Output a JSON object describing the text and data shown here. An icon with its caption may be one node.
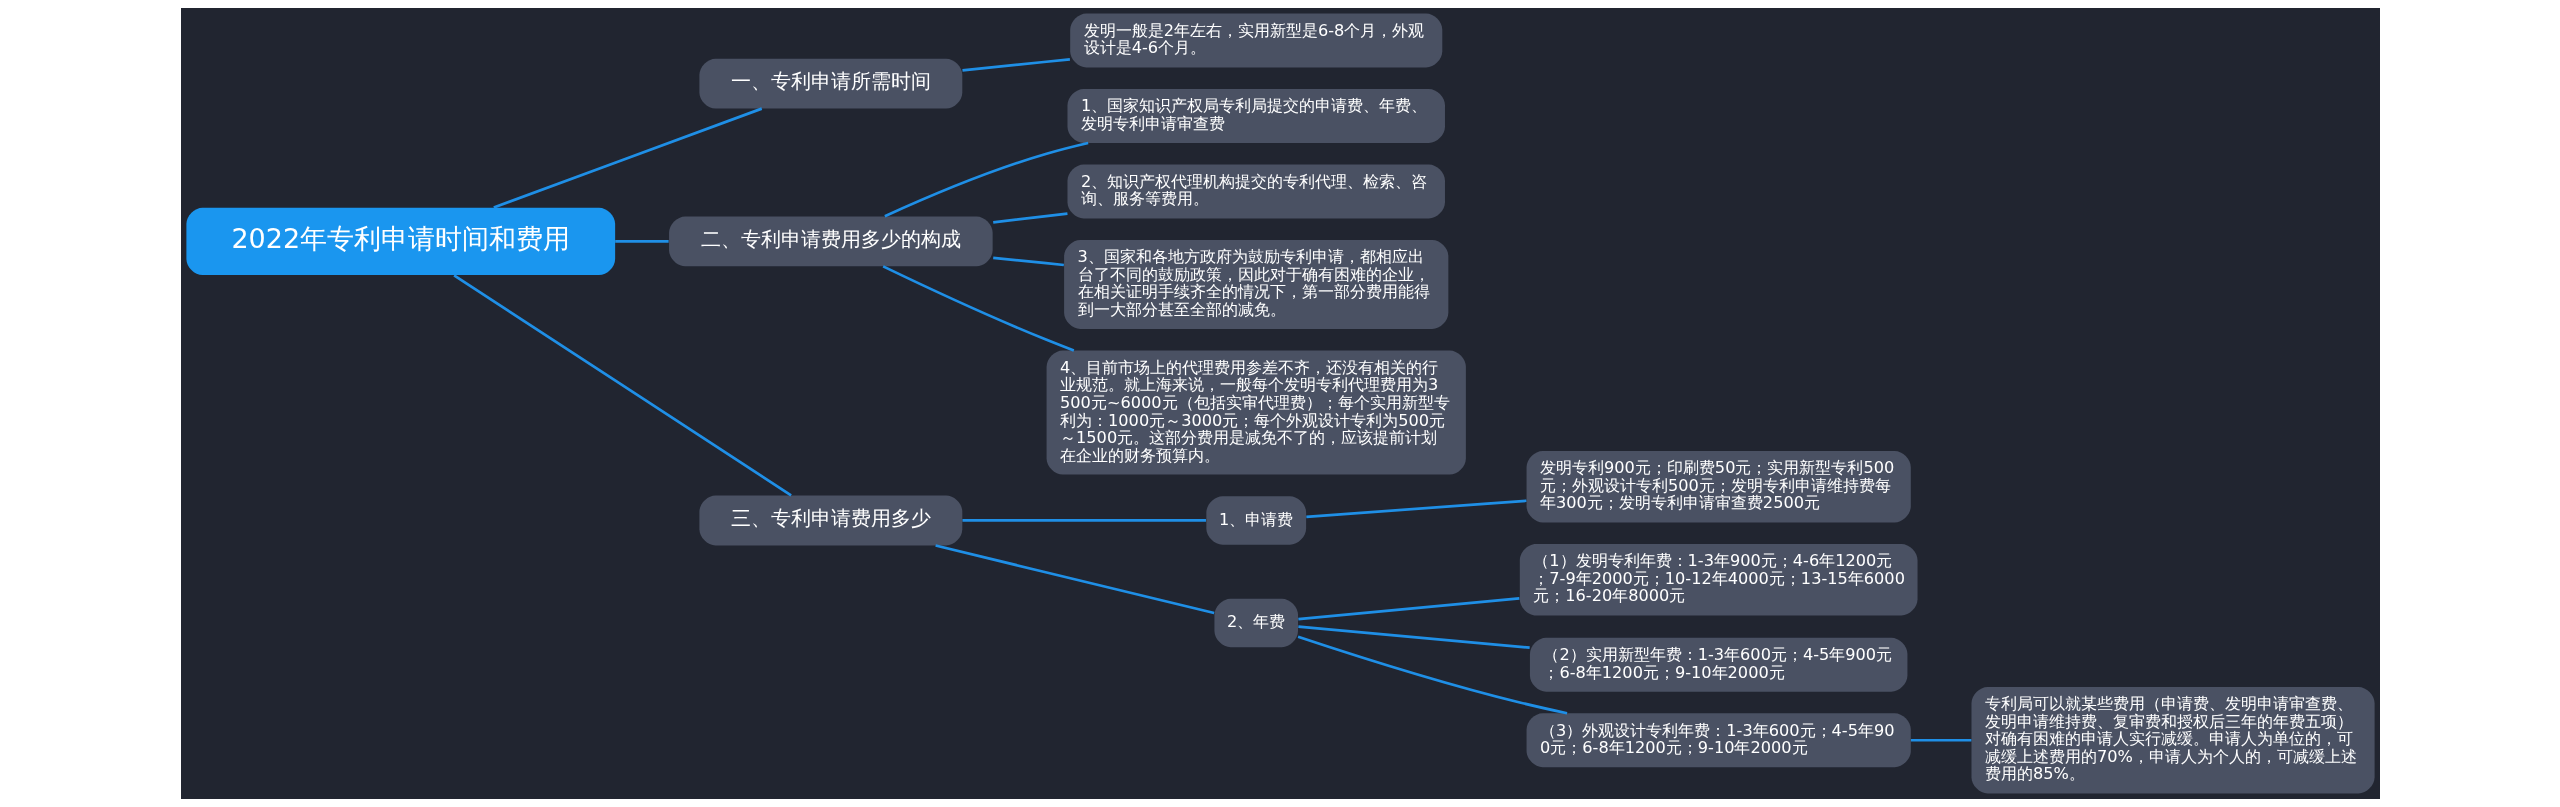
{
  "diagram": {
    "nodes": [
      {
        "text": [
          "2022年专利申请时间和费用"
        ]
      },
      {
        "text": [
          "一、专利申请所需时间"
        ]
      },
      {
        "text": [
          "发明一般是2年左右，实用新型是6-8个月，外观设计是4-6个月。"
        ]
      },
      {
        "text": [
          "二、专利申请费用多少的构成"
        ]
      },
      {
        "text": [
          "1、国家知识产权局专利局提交的申请费、年费、发明专利申请审查费"
        ]
      },
      {
        "text": [
          "2、知识产权代理机构提交的专利代理、检索、咨询、服务等费用。"
        ]
      },
      {
        "text": [
          "3、国家和各地方政府为鼓励专利申请，都相应出台了不同的鼓励政策，因此对于确有困难的企业，在相关证明手续齐全的情况下，第一部分费用能得到一大部分甚至全部的减免。"
        ]
      },
      {
        "text": [
          "4、目前市场上的代理费用参差不齐，还没有相关的行业规范。就上海来说，一般每个发明专利代理费用为3500元~6000元（包括实审代理费）；每个实用新型专利为：1000元～3000元；每个外观设计专利为500元～1500元。这部分费用是减免不了的，应该提前计划在企业的财务预算内。"
        ]
      },
      {
        "text": [
          "三、专利申请费用多少"
        ]
      },
      {
        "text": [
          "1、申请费"
        ]
      },
      {
        "text": [
          "发明专利900元；印刷费50元；实用新型专利500元；外观设计专利500元；发明专利申请维持费每年300元；发明专利申请审查费2500元"
        ]
      },
      {
        "text": [
          "2、年费"
        ]
      },
      {
        "text": [
          "（1）发明专利年费：1-3年900元；4-6年1200元；7-9年2000元；10-12年4000元；13-15年6000元；16-20年8000元"
        ]
      },
      {
        "text": [
          "（2）实用新型年费：1-3年600元；4-5年900元；6-8年1200元；9-10年2000元"
        ]
      },
      {
        "text": [
          "（3）外观设计专利年费：1-3年600元；4-5年900元；6-8年1200元；9-10年2000元"
        ]
      },
      {
        "text": [
          "专利局可以就某些费用（申请费、发明申请审查费、发明申请维持费、复审费和授权后三年的年费五项）对确有困难的申请人实行减缓。申请人为单位的，可减缓上述费用的70%，申请人为个人的，可减缓上述费用的85%。"
        ]
      }
    ],
    "edges": [
      {
        "from": 0,
        "to": 1,
        "arrow": "none"
      },
      {
        "from": 1,
        "to": 2,
        "arrow": "none"
      },
      {
        "from": 0,
        "to": 3,
        "arrow": "none"
      },
      {
        "from": 3,
        "to": 4,
        "arrow": "none"
      },
      {
        "from": 3,
        "to": 5,
        "arrow": "none"
      },
      {
        "from": 3,
        "to": 6,
        "arrow": "none"
      },
      {
        "from": 3,
        "to": 7,
        "arrow": "none"
      },
      {
        "from": 0,
        "to": 8,
        "arrow": "none"
      },
      {
        "from": 8,
        "to": 9,
        "arrow": "none"
      },
      {
        "from": 9,
        "to": 10,
        "arrow": "none"
      },
      {
        "from": 8,
        "to": 11,
        "arrow": "none"
      },
      {
        "from": 11,
        "to": 12,
        "arrow": "none"
      },
      {
        "from": 11,
        "to": 13,
        "arrow": "none"
      },
      {
        "from": 11,
        "to": 14,
        "arrow": "none"
      },
      {
        "from": 14,
        "to": 15,
        "arrow": "none"
      }
    ]
  }
}
